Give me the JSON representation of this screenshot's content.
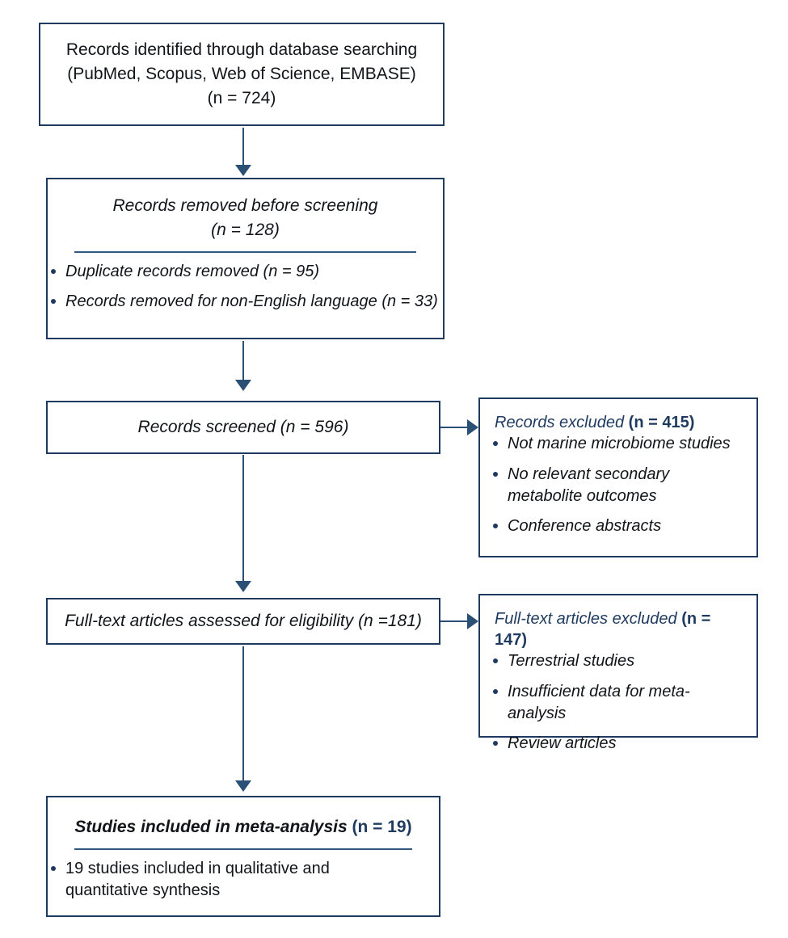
{
  "diagram": {
    "type": "prisma-flow-diagram",
    "accent_color": "#1f3a5f",
    "connector_color": "#2b5075",
    "background": "#ffffff"
  },
  "identification": {
    "line1": "Records identified through database searching",
    "line2": "(PubMed, Scopus, Web of Science, EMBASE)",
    "line3": "(n = 724)",
    "count": 724,
    "databases": [
      "PubMed",
      "Scopus",
      "Web of Science",
      "EMBASE"
    ]
  },
  "removed_before_screening": {
    "title": "Records removed before screening",
    "count_line": "(n = 128)",
    "count": 128,
    "items": [
      "Duplicate records removed (n = 95)",
      "Records removed for non-English language (n = 33)"
    ]
  },
  "screened": {
    "label": "Records screened (n = 596)",
    "count": 596
  },
  "records_excluded": {
    "title": "Records excluded ",
    "count_label": "(n = 415)",
    "count": 415,
    "items": [
      "Not marine microbiome studies",
      "No relevant secondary metabolite outcomes",
      "Conference abstracts"
    ]
  },
  "fulltext_assessed": {
    "label": "Full-text articles assessed for eligibility (n =181)",
    "count": 181
  },
  "fulltext_excluded": {
    "title": "Full-text articles excluded ",
    "count_label": "(n = 147)",
    "count": 147,
    "items": [
      "Terrestrial studies",
      "Insufficient data for meta-analysis",
      "Review articles"
    ]
  },
  "included": {
    "title": "Studies included in meta-analysis ",
    "count_label": "(n = 19)",
    "count": 19,
    "items": [
      "19 studies included in qualitative and quantitative synthesis"
    ]
  }
}
